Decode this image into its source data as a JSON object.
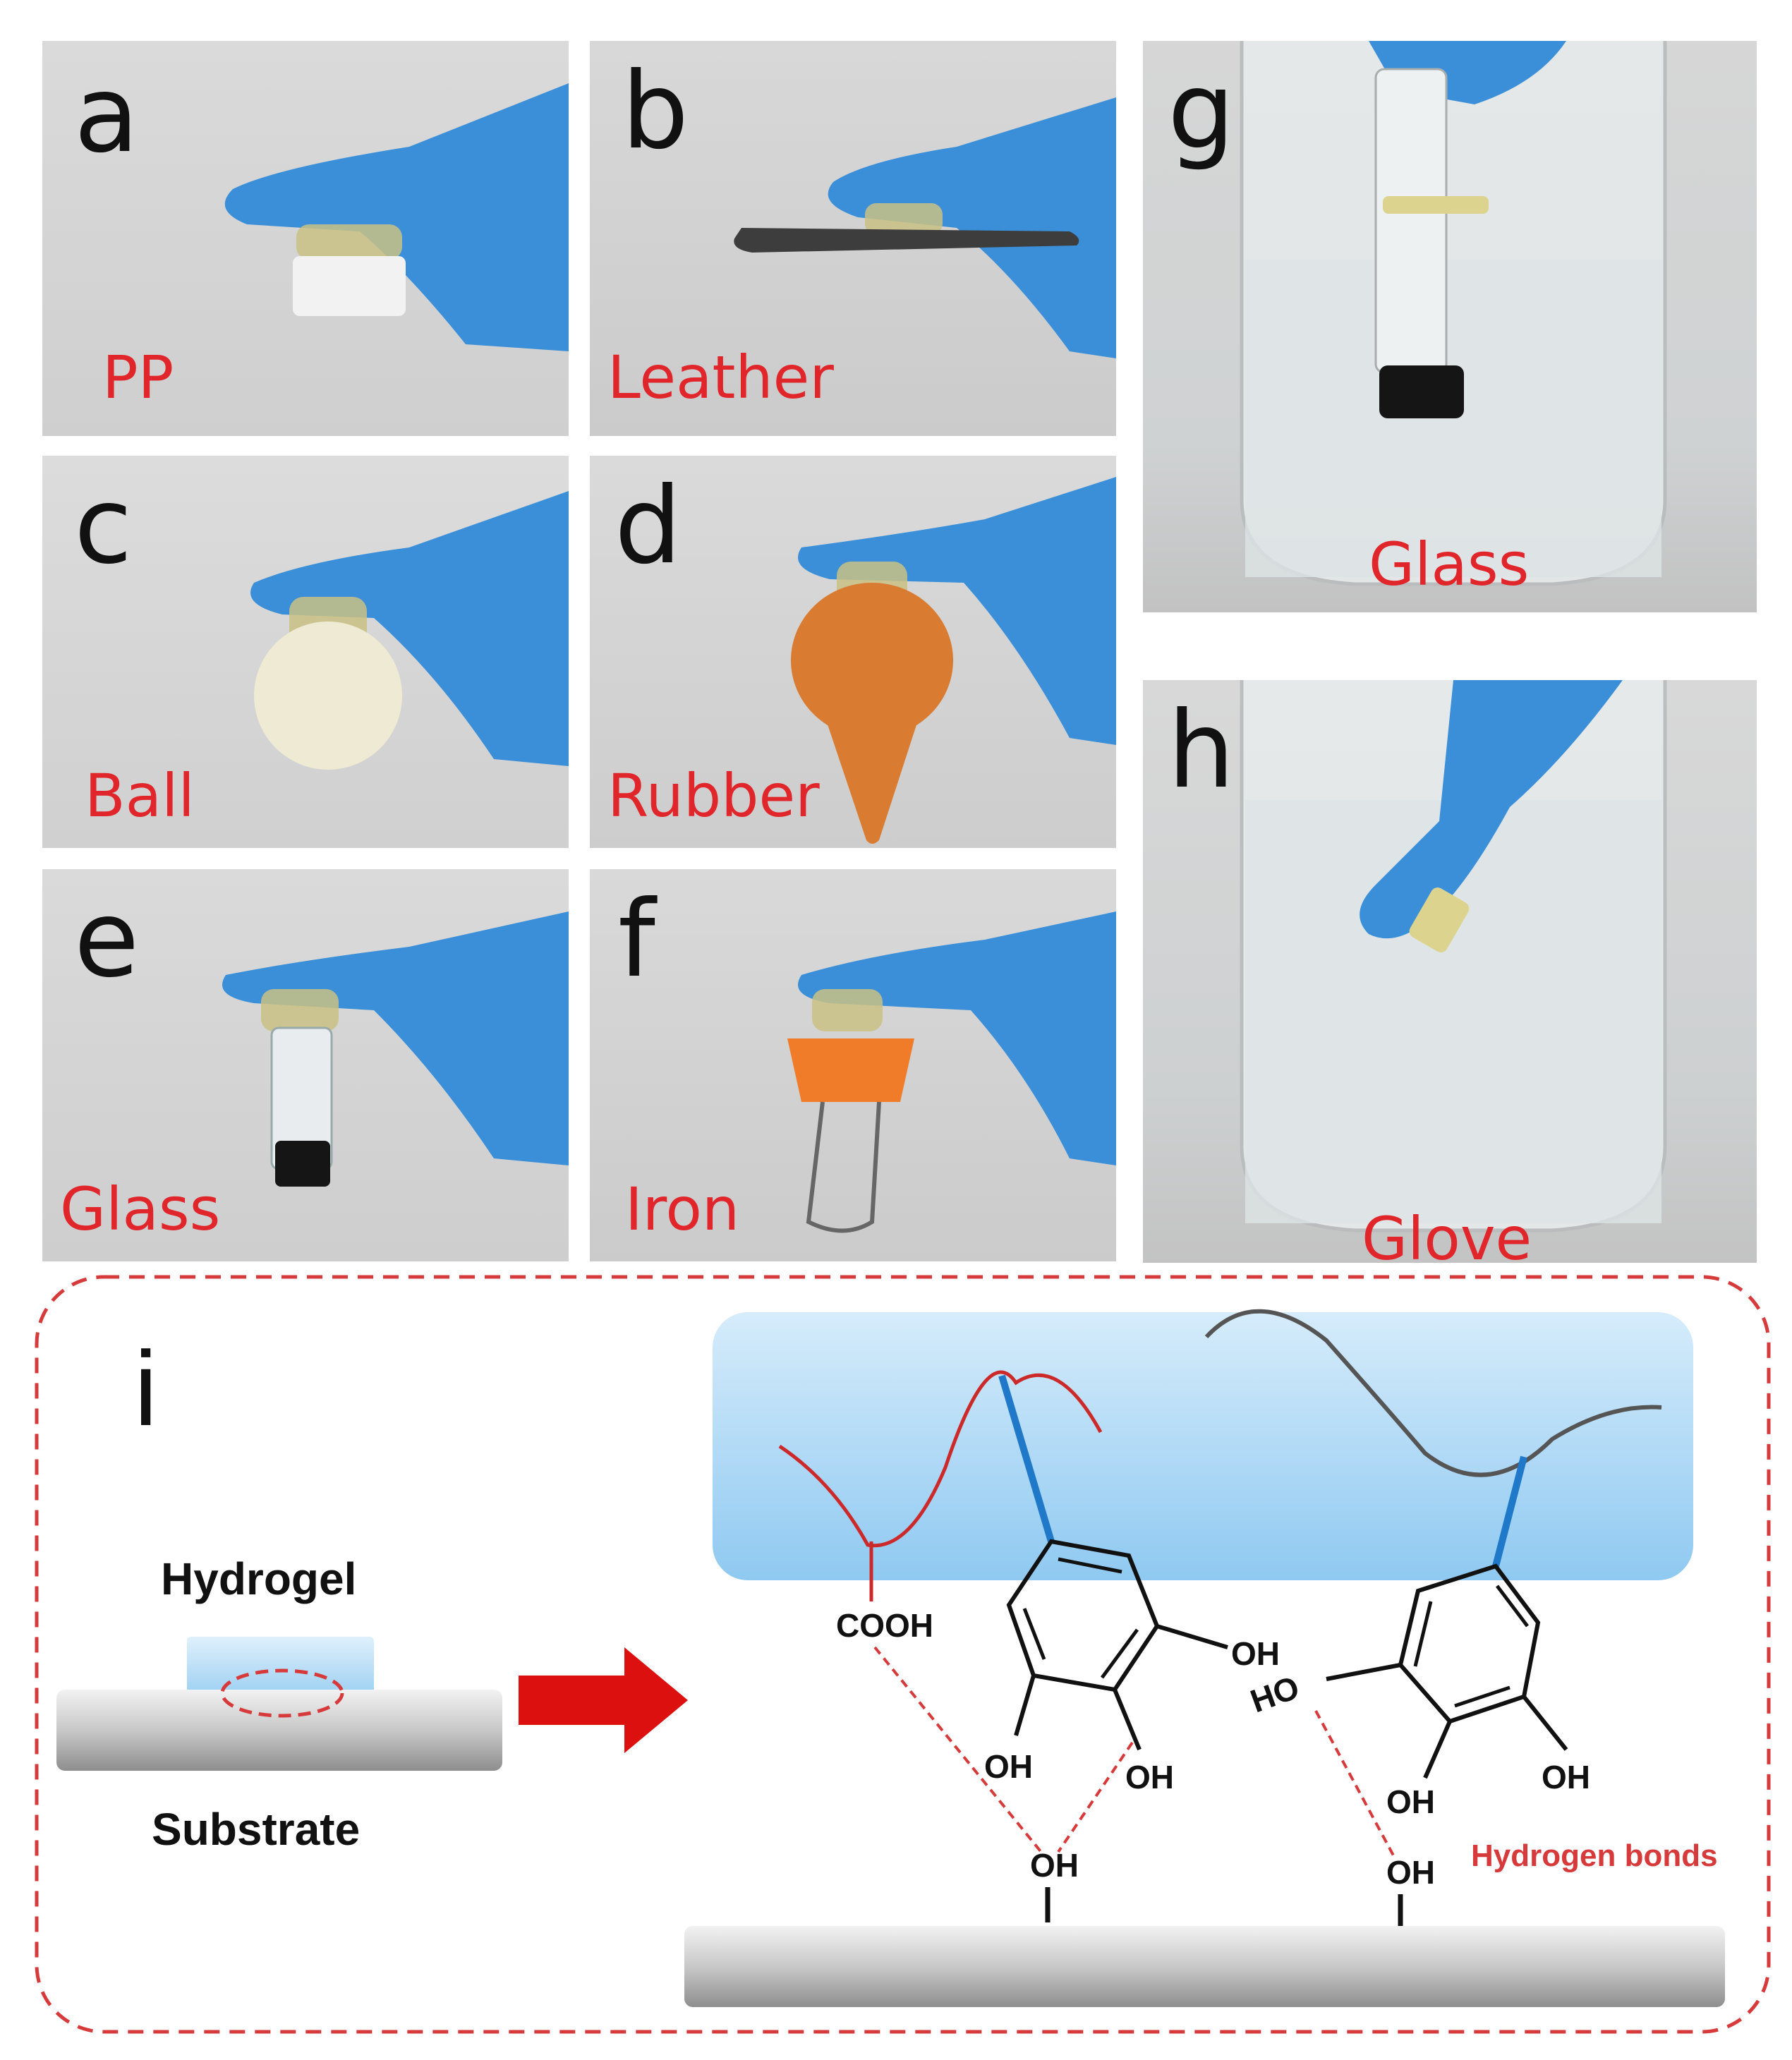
{
  "panels": [
    {
      "letter": "a",
      "label": "PP"
    },
    {
      "letter": "b",
      "label": "Leather"
    },
    {
      "letter": "c",
      "label": "Ball"
    },
    {
      "letter": "d",
      "label": "Rubber"
    },
    {
      "letter": "e",
      "label": "Glass"
    },
    {
      "letter": "f",
      "label": "Iron"
    },
    {
      "letter": "g",
      "label": "Glass"
    },
    {
      "letter": "h",
      "label": "Glove"
    }
  ],
  "scheme": {
    "letter": "i",
    "hydrogel": "Hydrogel",
    "substrate": "Substrate",
    "cooh": "COOH",
    "oh": "OH",
    "ho": "HO",
    "hbonds": "Hydrogen bonds"
  },
  "colors": {
    "label_red": "#e0262b",
    "glove_blue": "#3a8fd8",
    "hydrogel_blue": "#a9d6f5",
    "red_arrow": "#dd1010",
    "dashed_border": "#d63a3a"
  },
  "icons": {
    "glove": "glove-icon",
    "arrow": "red-arrow-icon"
  }
}
